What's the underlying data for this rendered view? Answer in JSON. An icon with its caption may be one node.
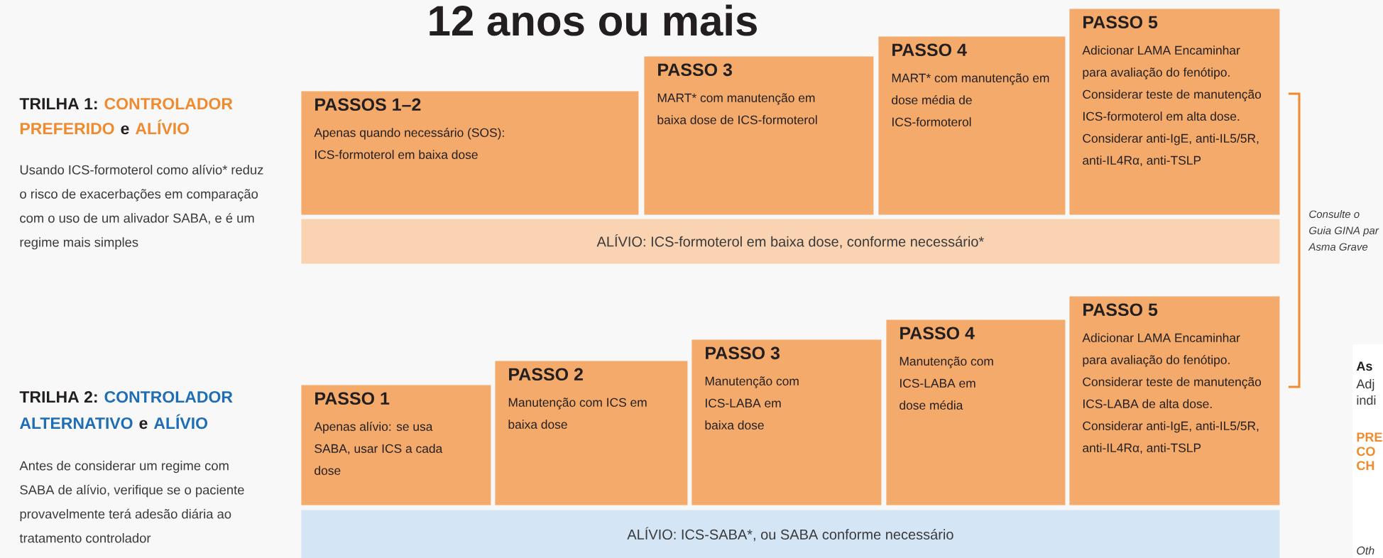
{
  "diagram": {
    "title": "12 anos ou mais",
    "nodes": [
      {
        "text": [
          "PASSOS 1–2",
          "Apenas quando necessário (SOS): ICS-formoterol em baixa dose"
        ]
      },
      {
        "text": [
          "PASSO 3",
          "MART* com manutenção em baixa dose de ICS-formoterol"
        ]
      },
      {
        "text": [
          "PASSO 4",
          "MART* com manutenção em dose média de ICS-formoterol"
        ]
      },
      {
        "text": [
          "PASSO 5",
          "Adicionar LAMA Encaminhar para avaliação do fenótipo. Considerar teste de manutenção ICS-formoterol em alta dose. Considerar anti-IgE, anti-IL5/5R, anti-IL4Rα, anti-TSLP"
        ]
      },
      {
        "text": [
          "ALÍVIO: ICS-formoterol em baixa dose, conforme necessário*"
        ]
      },
      {
        "text": [
          "PASSO 1",
          "Apenas alívio: se usa SABA, usar ICS a cada dose"
        ]
      },
      {
        "text": [
          "PASSO 2",
          "Manutenção com ICS em baixa dose"
        ]
      },
      {
        "text": [
          "PASSO 3",
          "Manutenção com ICS-LABA em baixa dose"
        ]
      },
      {
        "text": [
          "PASSO 4",
          "Manutenção com ICS-LABA em dose média"
        ]
      },
      {
        "text": [
          "PASSO 5",
          "Adicionar LAMA Encaminhar para avaliação do fenótipo. Considerar teste de manutenção ICS-LABA de alta dose. Considerar anti-IgE, anti-IL5/5R, anti-IL4Rα, anti-TSLP"
        ]
      },
      {
        "text": [
          "ALÍVIO: ICS-SABA*, ou SABA conforme necessário"
        ]
      }
    ],
    "labels": [
      "TRILHA 1:",
      "CONTROLADOR",
      "PREFERIDO",
      "e",
      "ALÍVIO",
      "Usando ICS-formoterol como alívio* reduz o risco de exacerbações em comparação com o uso de um alivador SABA, e é um regime mais simples",
      "TRILHA 2:",
      "CONTROLADOR",
      "ALTERNATIVO",
      "e",
      "ALÍVIO",
      "Antes de considerar um regime com SABA de alívio, verifique se o paciente provavelmente terá adesão diária ao tratamento controlador",
      "Consulte o Guia GINA par Asma Grave",
      "As",
      "Adj",
      "indi",
      "PRE",
      "CO",
      "CH",
      "Oth"
    ]
  }
}
